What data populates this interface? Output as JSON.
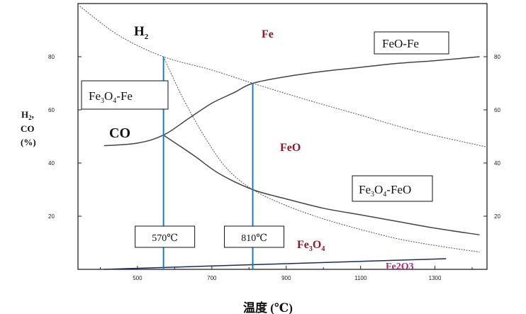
{
  "chart_data": {
    "type": "line",
    "title": "",
    "xlabel": "温度 (℃)",
    "ylabel_lines": [
      "H",
      "2",
      ",",
      "CO",
      "(%)"
    ],
    "xlim": [
      340,
      1440
    ],
    "ylim": [
      0,
      100
    ],
    "x_ticks": [
      500,
      700,
      900,
      1100,
      1300
    ],
    "y_ticks": [
      20,
      40,
      60,
      80
    ],
    "grid": false,
    "series": [
      {
        "name": "H2",
        "color": "#555555",
        "dash": "2,1.6",
        "x": [
          345,
          450,
          570,
          700,
          810,
          950,
          1100,
          1250,
          1440
        ],
        "y": [
          99,
          88,
          80,
          75,
          70,
          64,
          58,
          52,
          46
        ]
      },
      {
        "name": "CO",
        "color": "#444444",
        "dash": "",
        "x": [
          410,
          500,
          570,
          640,
          700,
          760,
          810,
          900,
          1000,
          1100,
          1200,
          1300,
          1420
        ],
        "y": [
          46.5,
          47.5,
          50.5,
          57,
          62.5,
          66.5,
          70,
          72.5,
          74.5,
          76,
          77.5,
          78.5,
          80
        ]
      },
      {
        "name": "CO Fe3O4-FeO",
        "color": "#444444",
        "dash": "",
        "x": [
          570,
          650,
          720,
          810,
          900,
          1000,
          1100,
          1200,
          1300,
          1420
        ],
        "y": [
          50.5,
          43,
          36,
          30,
          26.5,
          23,
          20.5,
          18,
          15.5,
          13
        ]
      },
      {
        "name": "H2 Fe3O4-FeO",
        "color": "#555555",
        "dash": "2,1.6",
        "x": [
          570,
          620,
          680,
          740,
          810,
          900,
          1000,
          1100,
          1200,
          1300,
          1420
        ],
        "y": [
          80,
          65,
          50,
          38,
          30,
          24,
          19,
          15,
          11.5,
          9,
          6.5
        ]
      },
      {
        "name": "Fe2O3",
        "color": "#1d2a5a",
        "dash": "",
        "x": [
          410,
          1330
        ],
        "y": [
          0,
          4
        ]
      }
    ],
    "vertical_lines": [
      {
        "x": 570,
        "y_top": 80,
        "label": "570℃",
        "color": "#1a7fbf"
      },
      {
        "x": 810,
        "y_top": 70,
        "label": "810℃",
        "color": "#1a7fbf"
      }
    ],
    "annotations": {
      "h2": {
        "main": "H",
        "sub": "2"
      },
      "co": {
        "text": "CO"
      },
      "fe": {
        "text": "Fe"
      },
      "feo": {
        "text": "FeO"
      },
      "fe3o4": {
        "main": "Fe",
        "sub1": "3",
        "mid": "O",
        "sub2": "4"
      },
      "fe2o3": {
        "text": "Fe2O3"
      },
      "fe3o4_fe": {
        "a": "Fe",
        "s1": "3",
        "b": "O",
        "s2": "4",
        "c": "-Fe"
      },
      "feo_fe": {
        "text": "FeO-Fe"
      },
      "fe3o4_feo": {
        "a": "Fe",
        "s1": "3",
        "b": "O",
        "s2": "4",
        "c": "-FeO"
      }
    },
    "colors": {
      "phase": "#8b1a2b",
      "fe2o3": "#c0237a",
      "axis": "#111111"
    }
  }
}
